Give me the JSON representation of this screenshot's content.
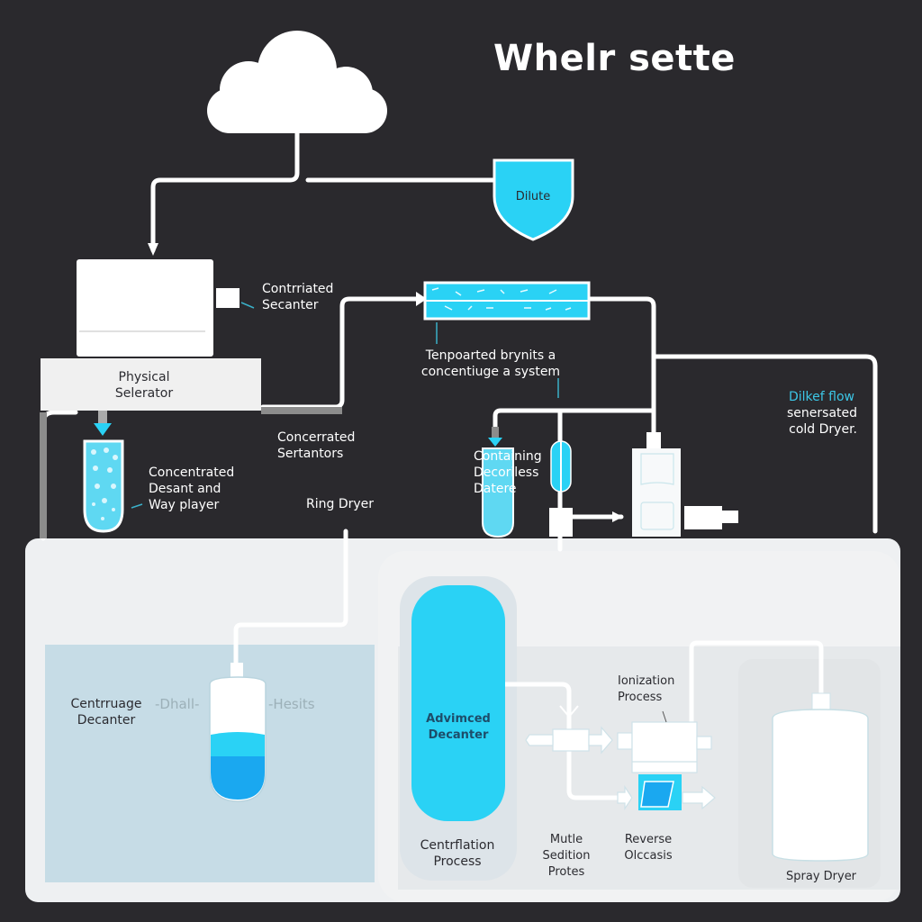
{
  "title": "Whelr sette",
  "colors": {
    "background": "#2a292d",
    "accent": "#2ad2f5",
    "accent_dark": "#1aa8f0",
    "panel": "#eef0f2",
    "panel_blue": "#c6dce6",
    "pipe": "#ffffff",
    "text_light": "#ffffff",
    "text_dark": "#2b2b30",
    "highlight_text": "#3cc6e6"
  },
  "icons": {
    "cloud": "cloud-icon",
    "shield": "shield-icon",
    "filter": "filter-tube-icon",
    "test_tube": "test-tube-icon",
    "tank": "tank-icon",
    "cylinder": "cylinder-icon",
    "arrow": "arrow-icon"
  },
  "top_section": {
    "shield_label": "Dilute",
    "machine_label": "Contrriated\nSecanter",
    "base_label": "Physical\nSelerator",
    "filter_caption": "Tenpoarted brynits a\nconcentiuge a system",
    "concentrated_label": "Concerrated\nSertantors",
    "test_tube_label": "Concentrated\nDesant and\nWay player",
    "ring_dryer_label": "Ring Dryer",
    "containing_label": "Containing\nDecoriless\nDatere",
    "flow_highlight": "Dilkef flow",
    "flow_label": "senersated\ncold Dryer."
  },
  "bottom_section": {
    "centrifuge_label": "Centrruage\nDecanter",
    "left_arrow_label": "-Dhall-",
    "right_arrow_label": "-Hesits",
    "advanced_label": "Advimced\nDecanter",
    "centrifugation_label": "Centrflation\nProcess",
    "ionization_label": "Ionization\nProcess",
    "multi_label": "Mutle\nSedition\nProtes",
    "reverse_label": "Reverse\nOlccasis",
    "spray_dryer_label": "Spray Dryer"
  }
}
